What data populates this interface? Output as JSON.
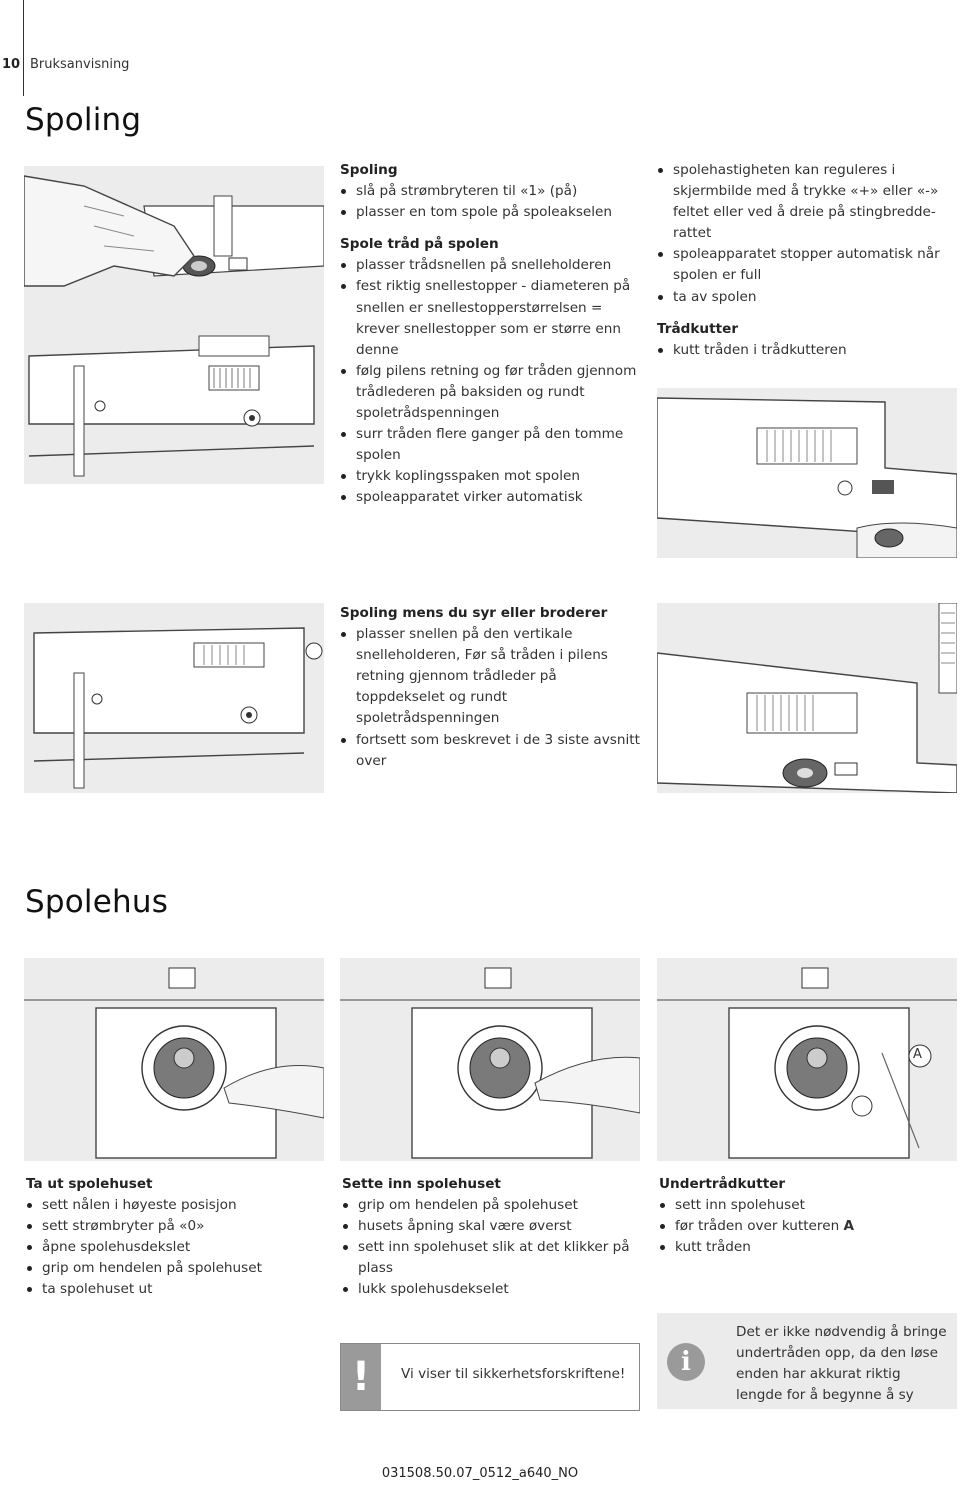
{
  "header": {
    "page_number": "10",
    "doc_title": "Bruksanvisning"
  },
  "section1": {
    "title": "Spoling",
    "col1": [
      {
        "heading": "Spoling",
        "items": [
          "slå på strømbryteren til «1» (på)",
          "plasser en tom spole på spoleakselen"
        ]
      },
      {
        "heading": "Spole tråd på spolen",
        "items": [
          "plasser trådsnellen på snelleholderen",
          "fest riktig snellestopper - diameteren på snellen er snellestopperstørrelsen = krever snellestopper som er større enn denne",
          "følg pilens retning og før tråden gjennom trådlederen på baksiden og rundt spoletrådspenningen",
          "surr tråden flere ganger på den tomme spolen",
          "trykk koplingsspaken mot spolen",
          "spoleapparatet virker automatisk"
        ]
      }
    ],
    "col2": [
      {
        "heading": "",
        "items": [
          "spolehastigheten kan reguleres i skjermbilde med å trykke «+» eller «-» feltet eller ved å dreie på stingbredde-rattet",
          "spoleapparatet stopper automatisk når spolen er full",
          "ta av spolen"
        ]
      },
      {
        "heading": "Trådkutter",
        "items": [
          "kutt tråden i trådkutteren"
        ]
      }
    ],
    "col3": [
      {
        "heading": "Spoling mens du syr eller broderer",
        "items": [
          "plasser snellen på den vertikale snelleholderen, Før så tråden i pilens retning gjennom trådleder på toppdekselet og rundt spoletrådspenningen",
          "fortsett som beskrevet i de 3 siste avsnitt over"
        ]
      }
    ]
  },
  "section2": {
    "title": "Spolehus",
    "figure_label_a": "A",
    "col1": [
      {
        "heading": "Ta ut spolehuset",
        "items": [
          "sett nålen i høyeste posisjon",
          "sett strømbryter på «0»",
          "åpne spolehusdekslet",
          "grip om hendelen på spolehuset",
          "ta spolehuset ut"
        ]
      }
    ],
    "col2": [
      {
        "heading": "Sette inn spolehuset",
        "items": [
          "grip om hendelen på spolehuset",
          "husets åpning skal være øverst",
          "sett inn spolehuset slik at det klikker på plass",
          "lukk spolehusdekselet"
        ]
      }
    ],
    "col3_heading": "Undertrådkutter",
    "col3_items": [
      "sett inn spolehuset",
      "før tråden over kutteren",
      "kutt tråden"
    ],
    "col3_items_bold_suffix": [
      "",
      "A",
      ""
    ]
  },
  "warning": {
    "icon": "!",
    "text": "Vi viser til sikkerhetsforskriftene!"
  },
  "info": {
    "icon": "i",
    "text": "Det er ikke nødvendig å bringe undertråden opp, da den løse enden har akkurat riktig lengde for å begynne å sy"
  },
  "footer": {
    "code": "031508.50.07_0512_a640_NO"
  }
}
